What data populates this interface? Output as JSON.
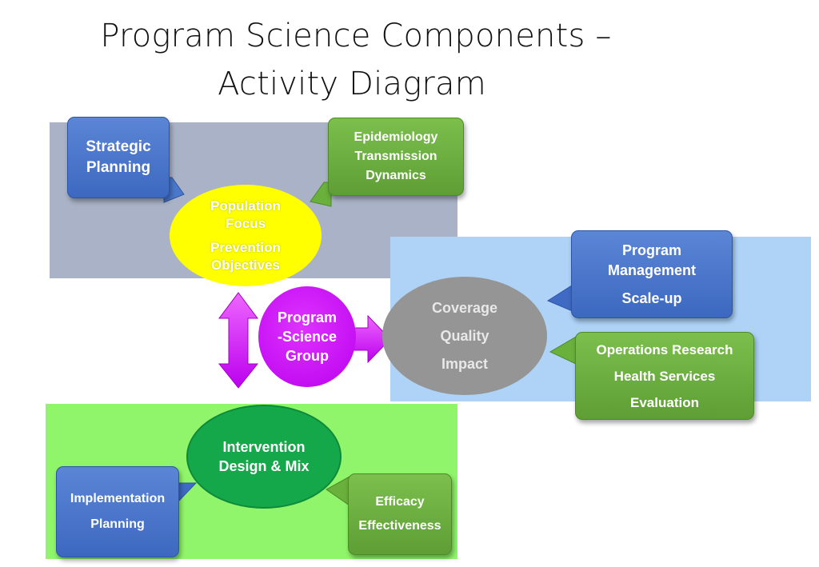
{
  "title": {
    "line1": "Program Science Components –",
    "line2": "Activity Diagram"
  },
  "strategic": [
    "Strategic",
    "Planning"
  ],
  "epi": [
    "Epidemiology",
    "Transmission",
    "Dynamics"
  ],
  "population": [
    "Population",
    "Focus",
    "Prevention",
    "Objectives"
  ],
  "program_mgmt": [
    "Program",
    "Management",
    "Scale-up"
  ],
  "ops": [
    "Operations Research",
    "Health Services",
    "Evaluation"
  ],
  "coverage": [
    "Coverage",
    "Quality",
    "Impact"
  ],
  "psg": [
    "Program",
    "-Science",
    "Group"
  ],
  "intervention": [
    "Intervention",
    "Design & Mix"
  ],
  "implementation": [
    "Implementation",
    "Planning"
  ],
  "efficacy": [
    "Efficacy",
    "Effectiveness"
  ],
  "colors": {
    "panel_gray": "#a9b2c6",
    "panel_blue": "#aed3f7",
    "panel_green": "#90f56a",
    "yellow": "#ffff00",
    "magenta": "#cc00ff",
    "gray_ellipse": "#959595",
    "green_ellipse": "#14a84a"
  }
}
